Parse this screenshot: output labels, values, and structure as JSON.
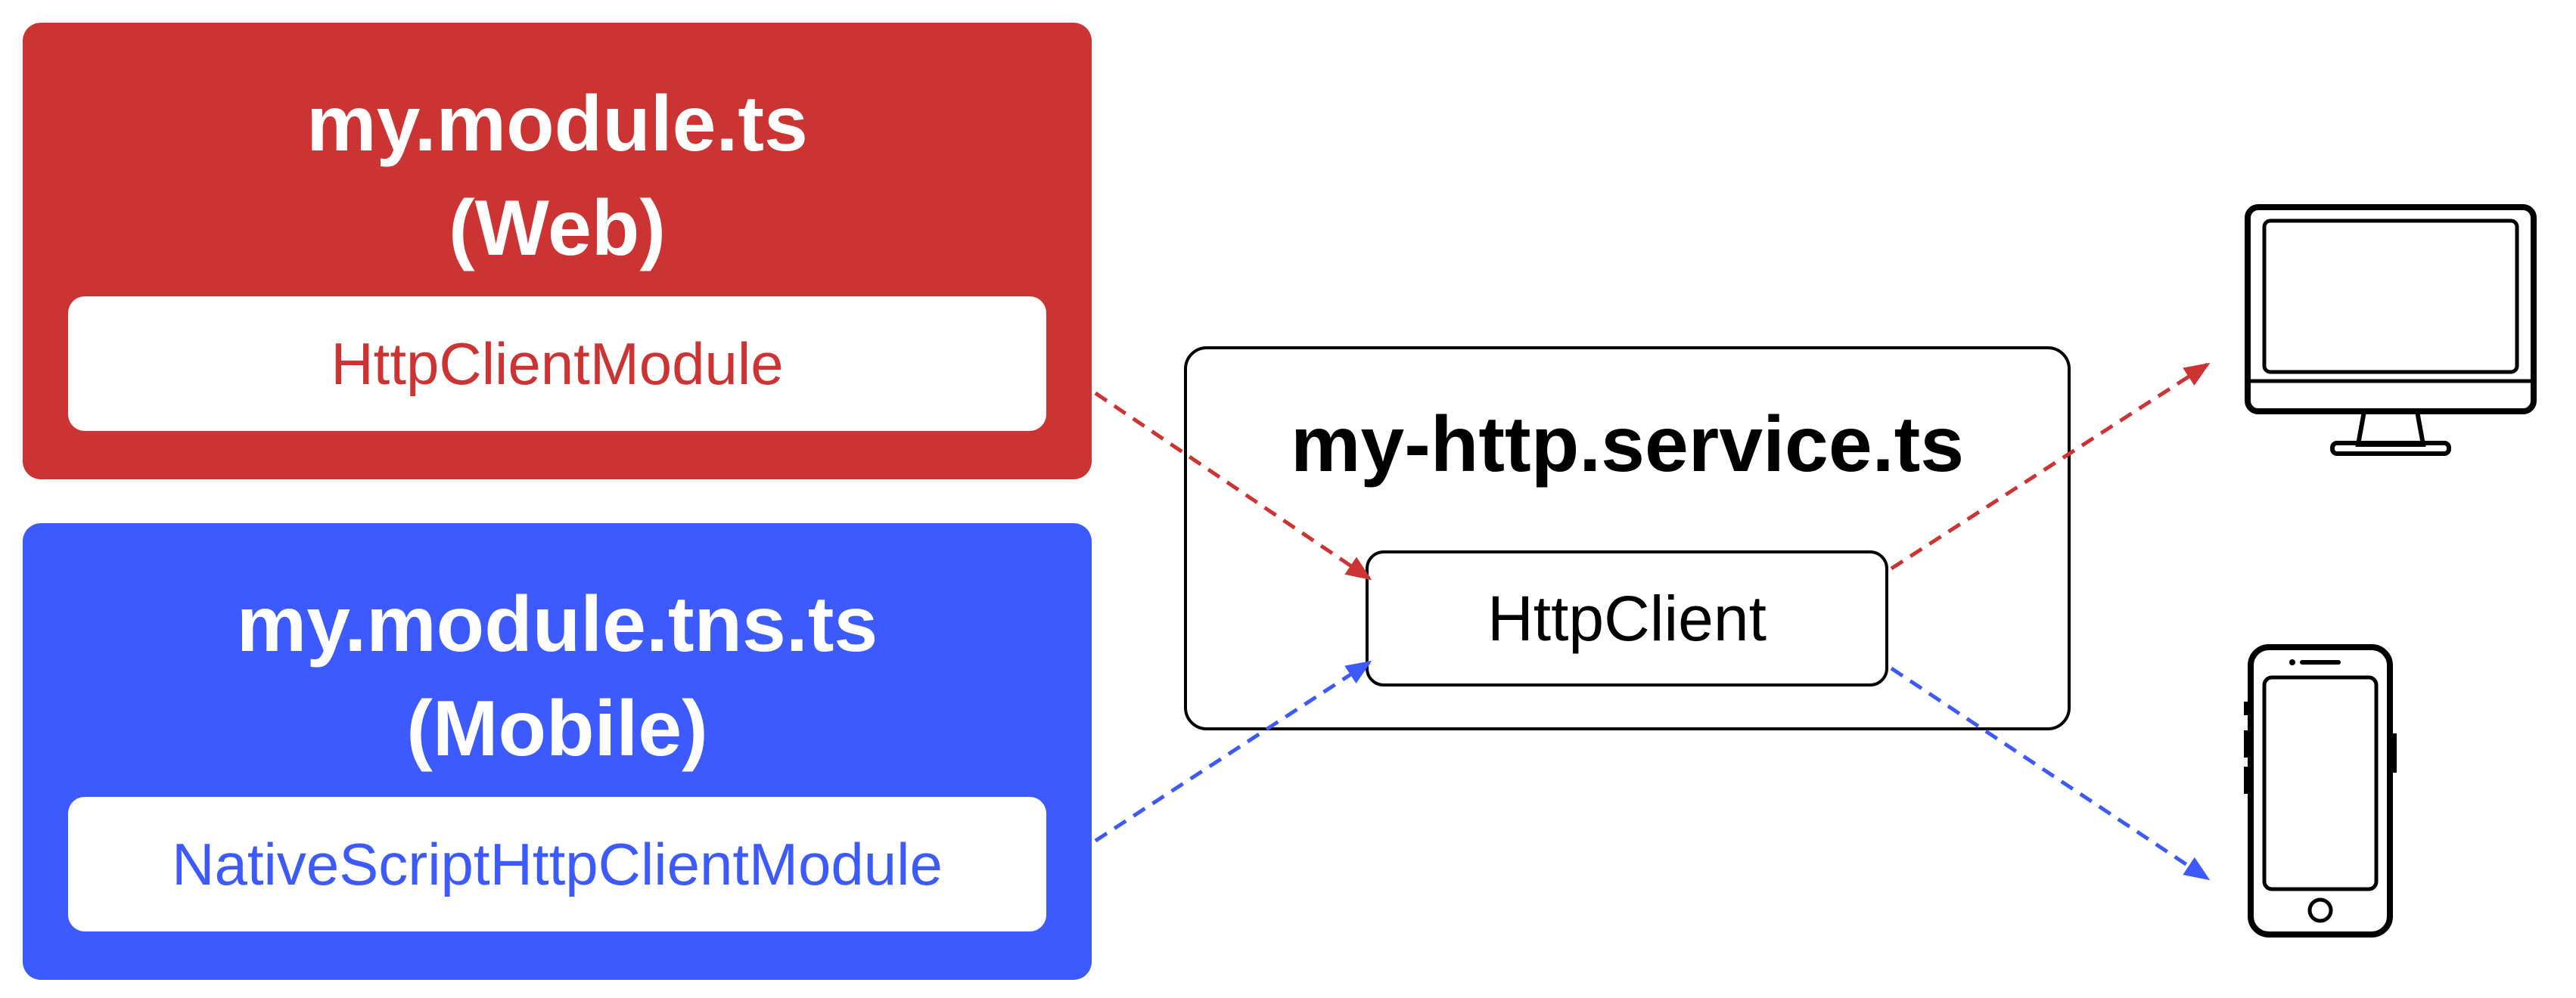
{
  "colors": {
    "web_accent": "#cc3333",
    "mobile_accent": "#3d5afe",
    "text_dark": "#000000",
    "background": "#ffffff"
  },
  "web_module": {
    "title": "my.module.ts",
    "subtitle": "(Web)",
    "inner_label": "HttpClientModule"
  },
  "mobile_module": {
    "title": "my.module.tns.ts",
    "subtitle": "(Mobile)",
    "inner_label": "NativeScriptHttpClientModule"
  },
  "service": {
    "title": "my-http.service.ts",
    "client_label": "HttpClient"
  },
  "devices": {
    "desktop_icon": "desktop-monitor-icon",
    "phone_icon": "smartphone-icon"
  }
}
